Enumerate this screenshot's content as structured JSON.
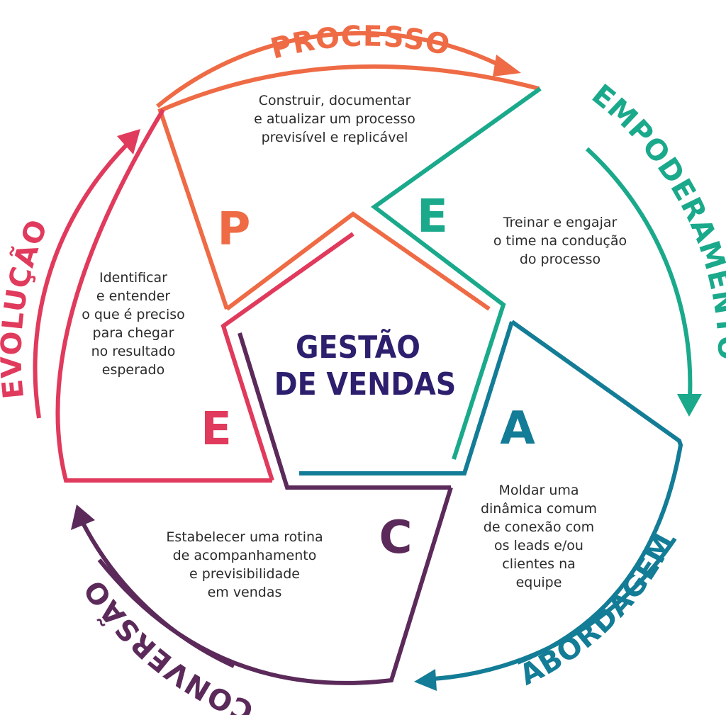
{
  "center": {
    "line1": "GESTÃO",
    "line2": "DE VENDAS",
    "color": "#2d1f6e"
  },
  "stages": [
    {
      "letter": "P",
      "word": "PROCESSO",
      "color": "#ee6b45",
      "desc": [
        "Construir, documentar",
        "e atualizar um processo",
        "previsível e replicável"
      ]
    },
    {
      "letter": "E",
      "word": "EMPODERAMENTO",
      "color": "#1aa98b",
      "desc": [
        "Treinar e engajar",
        "o time na condução",
        "do processo"
      ]
    },
    {
      "letter": "A",
      "word": "ABORDAGEM",
      "color": "#137c96",
      "desc": [
        "Moldar uma",
        "dinâmica comum",
        "de conexão com",
        "os leads e/ou",
        "clientes na",
        "equipe"
      ]
    },
    {
      "letter": "C",
      "word": "CONVERSÃO",
      "color": "#5b2a5a",
      "desc": [
        "Estabelecer uma rotina",
        "de acompanhamento",
        "e previsibilidade",
        "em vendas"
      ]
    },
    {
      "letter": "E",
      "word": "EVOLUÇÃO",
      "color": "#e03a5c",
      "desc": [
        "Identificar",
        "e entender",
        "o que é preciso",
        "para chegar",
        "no resultado",
        "esperado"
      ]
    }
  ]
}
